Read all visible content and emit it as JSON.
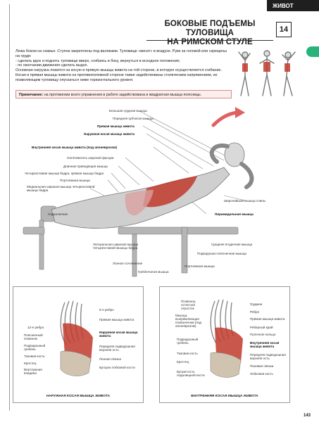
{
  "section": "ЖИВОТ",
  "exercise_number": "14",
  "title_lines": [
    "БОКОВЫЕ ПОДЪЕМЫ ТУЛОВИЩА",
    "НА РИМСКОМ СТУЛЕ"
  ],
  "description": [
    "Лежа боком на скамье. Ступни закреплены под валиками. Туловище «висит» в воздухе. Руки за головой или скрещены на груди:",
    "- сделать вдох и поднять туловище вверх, сгибаясь в боку, вернуться в исходное положение;",
    "- по окончании движения сделать выдох.",
    "Основная нагрузка ложится на косую и прямую мышцы живота на той стороне, в которую осуществляется сгибание. Косая и прямая мышцы живота на противоположной стороне также задействованы статическим напряжением, не позволяющим туловищу опускаться ниже горизонтального уровня."
  ],
  "note": {
    "label": "Примечание:",
    "text": "на протяжении всего упражнения в работе задействована и квадратная мышца поясницы."
  },
  "main_labels": {
    "top_right": [
      {
        "text": "Большая грудная мышца",
        "bold": false
      },
      {
        "text": "Передняя зубчатая мышца",
        "bold": false
      },
      {
        "text": "Прямая мышца живота",
        "bold": true
      },
      {
        "text": "Наружная косая мышца живота",
        "bold": true
      },
      {
        "text": "Внутренняя косая мышца живота (под апоневрозом)",
        "bold": true
      },
      {
        "text": "Натягиватель широкой фасции",
        "bold": false
      },
      {
        "text": "Длинная приводящая мышца",
        "bold": false
      },
      {
        "text": "Четырехглавая мышца бедра, прямая мышца бедра",
        "bold": false
      },
      {
        "text": "Портняжная мышца",
        "bold": false
      },
      {
        "text": "Медиальная широкая мышца четырехглавой мышцы бедра",
        "bold": false
      },
      {
        "text": "Надколенник",
        "bold": false
      }
    ],
    "right_side": [
      {
        "text": "Широчайшая мышца спины",
        "bold": false
      },
      {
        "text": "Пирамидальная мышца",
        "bold": true
      }
    ],
    "bottom": [
      {
        "text": "Латеральная широкая мышца четырехглавой мышцы бедра",
        "bold": false
      },
      {
        "text": "Лонное сочленение",
        "bold": false
      },
      {
        "text": "Гребенчатая мышца",
        "bold": false
      },
      {
        "text": "Портняжная мышца",
        "bold": false
      },
      {
        "text": "Подвздошно-поясничная мышца",
        "bold": false
      },
      {
        "text": "Средняя ягодичная мышца",
        "bold": false
      }
    ]
  },
  "left_panel": {
    "caption": "НАРУЖНАЯ КОСАЯ МЫШЦА ЖИВОТА",
    "left_labels": [
      "12-е ребро",
      "Поясничный позвонок",
      "Подвздошный гребень",
      "Тазовая кость",
      "Крестец",
      "Вертлужная впадина"
    ],
    "right_labels": [
      {
        "text": "5-е ребро",
        "bold": false
      },
      {
        "text": "Прямая мышца живота",
        "bold": false
      },
      {
        "text": "Наружная косая мышца живота",
        "bold": true
      },
      {
        "text": "Передняя подвздошная верхняя ость",
        "bold": false
      },
      {
        "text": "Лонная связка",
        "bold": false
      },
      {
        "text": "Бугорок лобковой кости",
        "bold": false
      }
    ]
  },
  "right_panel": {
    "caption": "ВНУТРЕННЯЯ КОСАЯ МЫШЦА ЖИВОТА",
    "left_labels": [
      "Позвонок, остистый отросток",
      "Мышца, выпрямляющая позвоночник (под апоневрозом)",
      "Подвздошный гребень",
      "Тазовая кость",
      "Крестец",
      "Бугристость седалищной кости"
    ],
    "right_labels": [
      {
        "text": "Грудина",
        "bold": false
      },
      {
        "text": "Ребро",
        "bold": false
      },
      {
        "text": "Прямая мышца живота",
        "bold": false
      },
      {
        "text": "Реберный край",
        "bold": false
      },
      {
        "text": "Пупочное кольцо",
        "bold": false
      },
      {
        "text": "Внутренняя косая мышца живота",
        "bold": true
      },
      {
        "text": "Передняя подвздошная верхняя ость",
        "bold": false
      },
      {
        "text": "Паховая связка",
        "bold": false
      },
      {
        "text": "Лобковая кость",
        "bold": false
      }
    ]
  },
  "page_number": "143",
  "colors": {
    "accent_green": "#27b37a",
    "muscle_red": "#c0392b",
    "note_border": "#dd8888"
  }
}
